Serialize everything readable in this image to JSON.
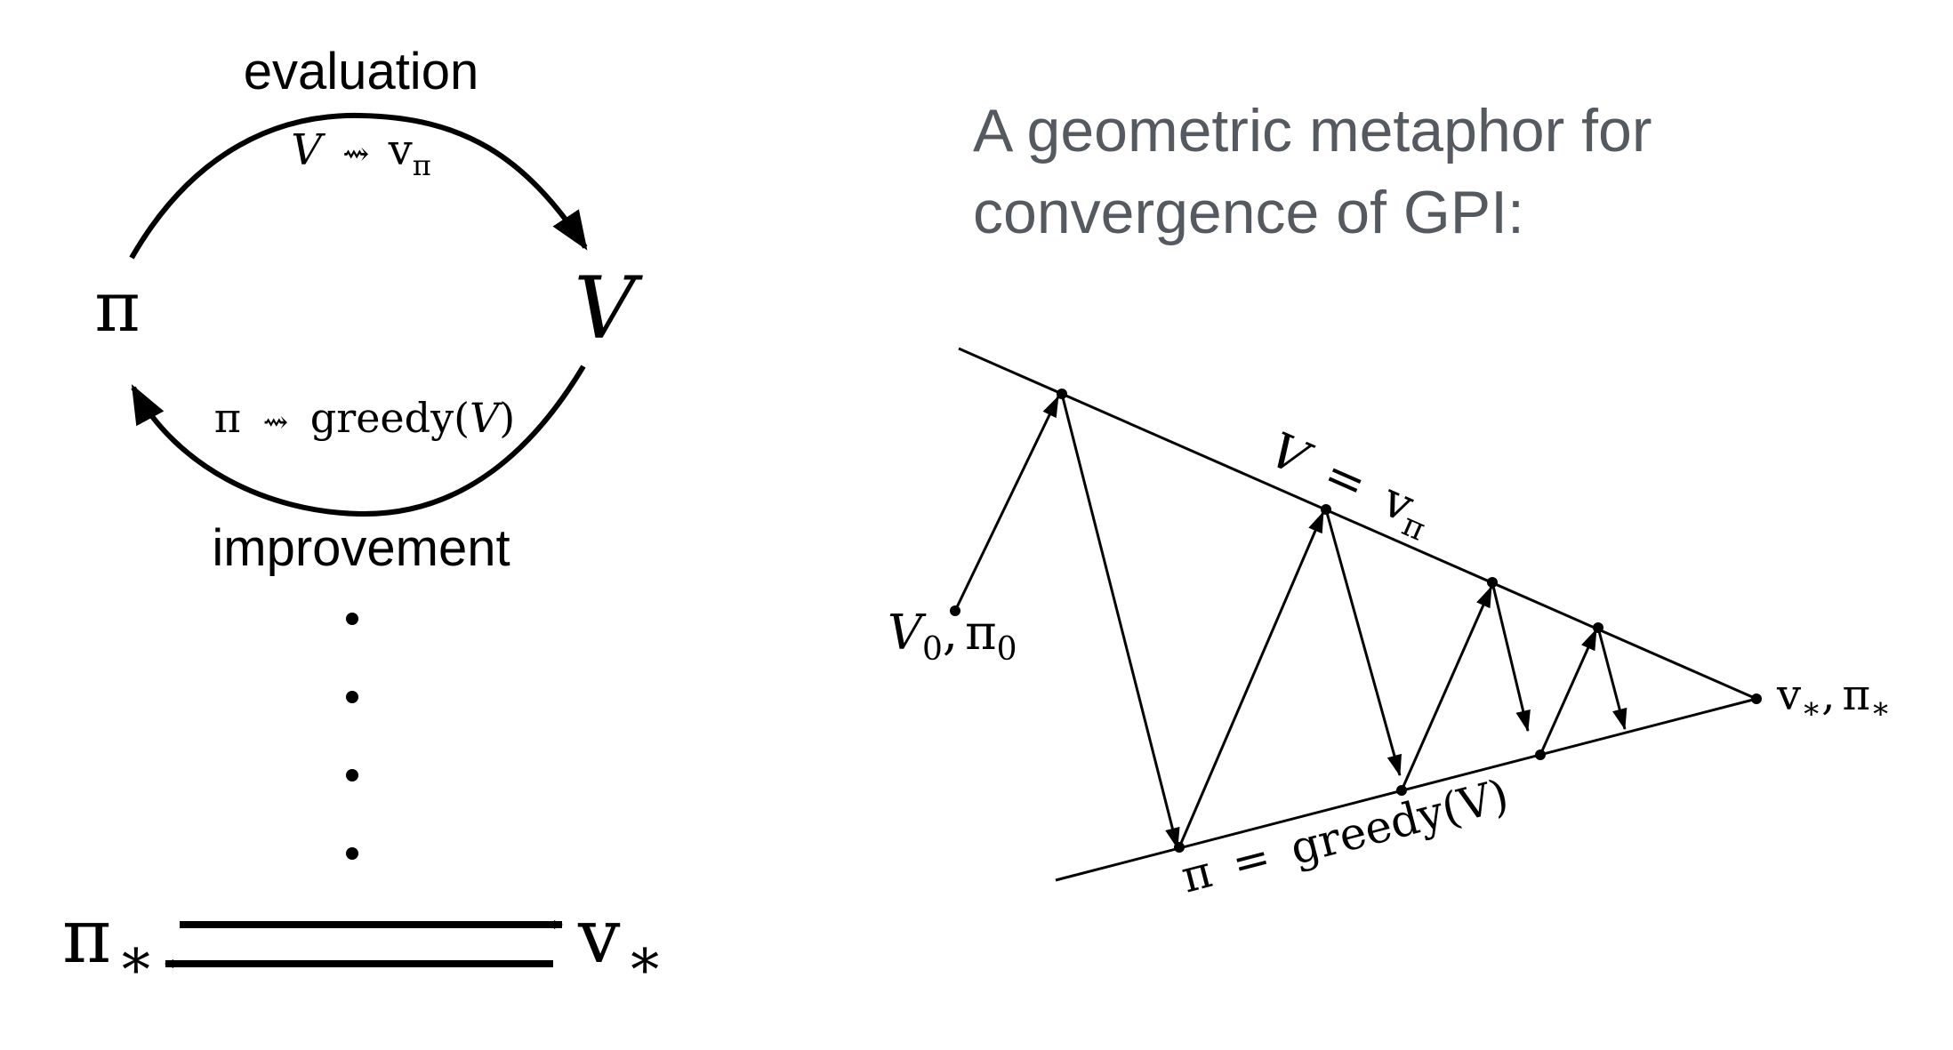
{
  "cycle_diagram": {
    "evaluation_label": "evaluation",
    "evaluation_formula": {
      "lhs": "V",
      "arrow": "⇝",
      "rhs": "v",
      "rhs_sub": "π"
    },
    "policy_node": "π",
    "value_node": "V",
    "improvement_formula": {
      "lhs": "π",
      "arrow": "⇝",
      "rhs": "greedy(",
      "arg": "V",
      "close": ")"
    },
    "improvement_label": "improvement",
    "optimal_policy": {
      "symbol": "π",
      "sub": "∗"
    },
    "optimal_value": {
      "symbol": "v",
      "sub": "∗"
    }
  },
  "metaphor_diagram": {
    "title_line1": "A geometric metaphor for",
    "title_line2": "convergence of GPI:",
    "value_line_label": {
      "lhs": "V",
      "eq": "=",
      "rhs": "v",
      "rhs_sub": "π"
    },
    "greedy_line_label": {
      "lhs": "π",
      "eq": "=",
      "rhs": "greedy(V)"
    },
    "start_label": {
      "a": "V",
      "a_sub": "0",
      "sep": ",",
      "b": "π",
      "b_sub": "0"
    },
    "end_label": {
      "a": "v",
      "a_sub": "∗",
      "sep": ",",
      "b": "π",
      "b_sub": "∗"
    }
  },
  "colors": {
    "ink": "#000000",
    "title": "#555a60",
    "background": "#ffffff"
  }
}
